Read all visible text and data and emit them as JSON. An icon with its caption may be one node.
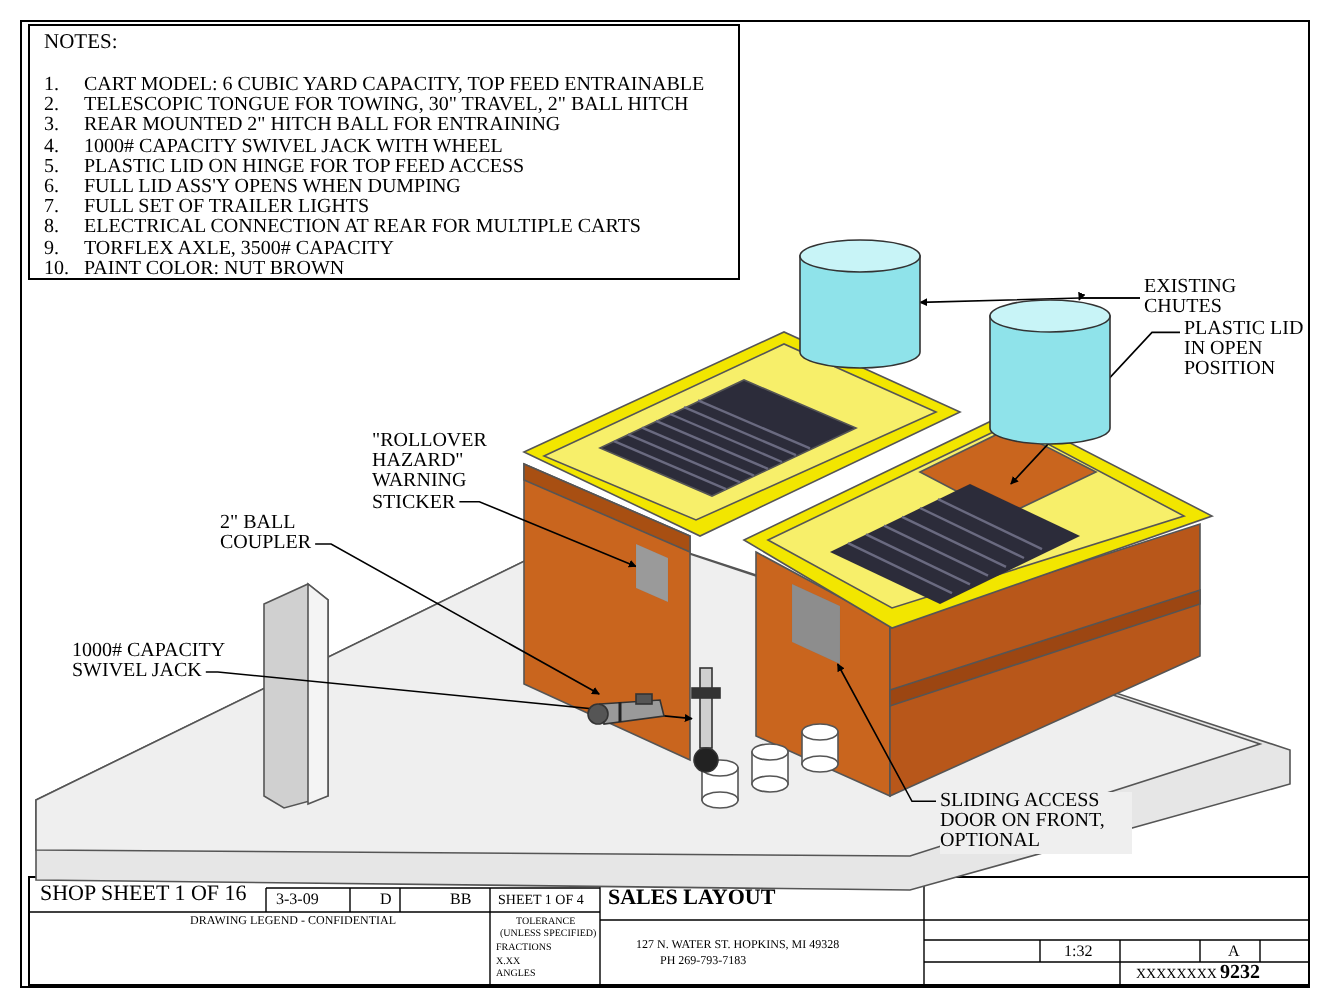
{
  "diagram": {
    "nodes": [
      {
        "text": [
          "EXISTING CHUTES"
        ]
      },
      {
        "text": [],
        "shape": "cylinder"
      },
      {
        "text": [],
        "shape": "cylinder"
      },
      {
        "text": [
          "PLASTIC LID IN OPEN POSITION"
        ]
      },
      {
        "text": [],
        "shape": "box"
      },
      {
        "text": [
          "\"ROLLOVER HAZARD\" WARNING STICKER"
        ]
      },
      {
        "text": [],
        "shape": "box"
      },
      {
        "text": [
          "2\" BALL COUPLER"
        ]
      },
      {
        "text": [],
        "shape": "picture"
      },
      {
        "text": [
          "1000# CAPACITY SWIVEL JACK"
        ]
      },
      {
        "text": [],
        "shape": "picture"
      },
      {
        "text": [
          "SLIDING ACCESS DOOR ON FRONT, OPTIONAL"
        ]
      },
      {
        "text": [],
        "shape": "box"
      }
    ],
    "edges": [
      {
        "from": 0,
        "to": 1,
        "arrow": "to"
      },
      {
        "from": 0,
        "to": 2,
        "arrow": "to"
      },
      {
        "from": 3,
        "to": 4,
        "arrow": "to"
      },
      {
        "from": 5,
        "to": 6,
        "arrow": "to"
      },
      {
        "from": 7,
        "to": 8,
        "arrow": "to"
      },
      {
        "from": 9,
        "to": 10,
        "arrow": "to"
      },
      {
        "from": 11,
        "to": 12,
        "arrow": "to"
      }
    ],
    "labels": [
      "NOTES:",
      "1.",
      "CART MODEL: 6 CUBIC YARD CAPACITY, TOP FEED ENTRAINABLE",
      "2.",
      "TELESCOPIC TONGUE FOR TOWING, 30\" TRAVEL,  2\" BALL HITCH",
      "3.",
      "REAR MOUNTED 2\" HITCH BALL FOR ENTRAINING",
      "4.",
      "1000# CAPACITY SWIVEL JACK WITH WHEEL",
      "5.",
      "PLASTIC LID ON HINGE FOR TOP FEED ACCESS",
      "6.",
      "FULL LID ASS'Y OPENS WHEN DUMPING",
      "7.",
      "FULL SET OF TRAILER LIGHTS",
      "8.",
      "ELECTRICAL CONNECTION AT REAR FOR MULTIPLE CARTS",
      "9.",
      "TORFLEX AXLE, 3500# CAPACITY",
      "10.",
      "PAINT COLOR: NUT BROWN",
      "SHOP SHEET 1 OF 16",
      "3-3-09",
      "D",
      "BB",
      "SHEET 1 OF 4",
      "SALES LAYOUT",
      "DRAWING LEGEND - CONFIDENTIAL",
      "TOLERANCE",
      "(UNLESS SPECIFIED)",
      "FRACTIONS",
      "X.XX",
      "ANGLES",
      "127 N. WATER ST. HOPKINS, MI 49328",
      "PH 269-793-7183",
      "1:32",
      "A",
      "XXXXXXXX",
      "9232"
    ]
  }
}
